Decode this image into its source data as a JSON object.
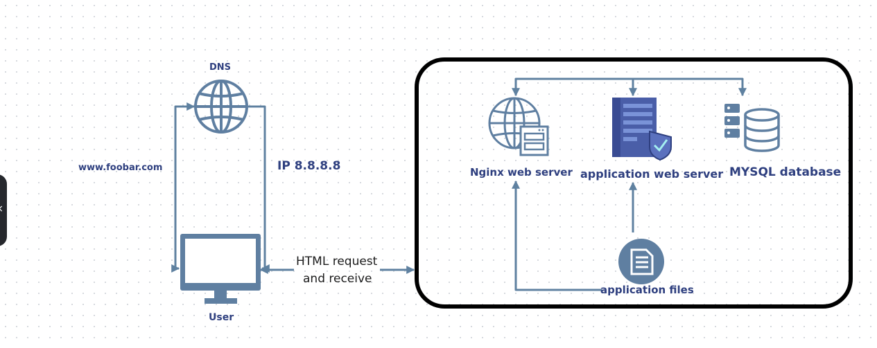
{
  "colors": {
    "line": "#5f81a0",
    "icon": "#5f7fa1",
    "label": "#2e3f7f",
    "box": "#000000",
    "server": "#4a5ea8"
  },
  "labels": {
    "dns": "DNS",
    "domain": "www.foobar.com",
    "ip": "IP 8.8.8.8",
    "user": "User",
    "http_line1": "HTML request",
    "http_line2": "and receive",
    "nginx": "Nginx web server",
    "app_server": "application web server",
    "mysql": "MYSQL database",
    "app_files": "application files"
  },
  "side_panel": {
    "glyph": "×"
  },
  "icons": {
    "dns": "globe-icon",
    "user": "monitor-icon",
    "nginx": "globe-server-icon",
    "app_server": "server-shield-icon",
    "mysql": "database-icon",
    "app_files": "document-icon"
  }
}
